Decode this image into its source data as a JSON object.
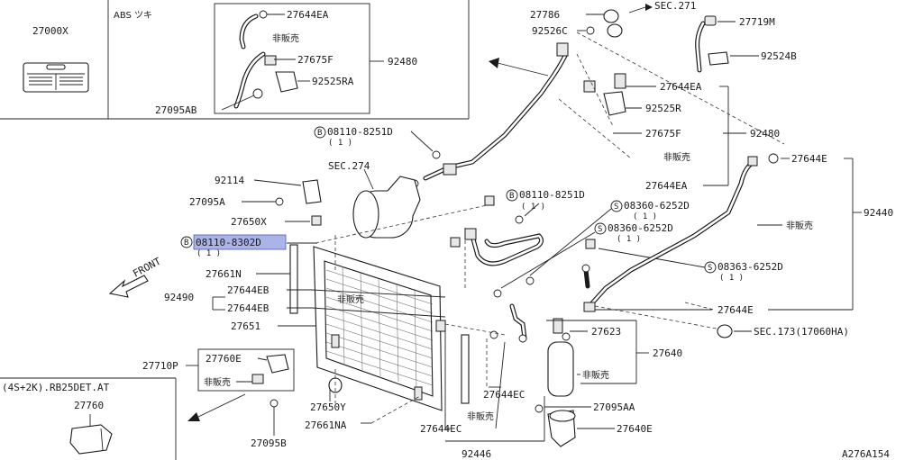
{
  "diagram": {
    "corner_code": "A276A154",
    "inset_abs_title": "ABS ツキ",
    "inset_engine_title": "(4S+2K).RB25DET.AT",
    "front_label": "FRONT",
    "not_sold": "非販売",
    "qty_one": "( 1 )",
    "prefix_b": "B",
    "prefix_s": "S",
    "parts": {
      "p27000X": "27000X",
      "p27644EA": "27644EA",
      "p27675F": "27675F",
      "p92525RA": "92525RA",
      "p92480": "92480",
      "p27095AB": "27095AB",
      "p27786": "27786",
      "sec271": "SEC.271",
      "p27719M": "27719M",
      "p92526C": "92526C",
      "p92524B": "92524B",
      "p92525R": "92525R",
      "p08110_8251D": "08110-8251D",
      "p08110_8302D": "08110-8302D",
      "p08360_6252D": "08360-6252D",
      "p08363_6252D": "08363-6252D",
      "p92114": "92114",
      "sec274": "SEC.274",
      "p27095A": "27095A",
      "p27650X": "27650X",
      "p27644E": "27644E",
      "p92440": "92440",
      "p27661N": "27661N",
      "p92490": "92490",
      "p27644EB": "27644EB",
      "p27651": "27651",
      "p27623": "27623",
      "p27640": "27640",
      "sec173": "SEC.173(17060HA)",
      "p27710P": "27710P",
      "p27760E": "27760E",
      "p27650Y": "27650Y",
      "p27644EC": "27644EC",
      "p27661NA": "27661NA",
      "p27095AA": "27095AA",
      "p27640E": "27640E",
      "p27095B": "27095B",
      "p92446": "92446",
      "p27760": "27760"
    }
  }
}
